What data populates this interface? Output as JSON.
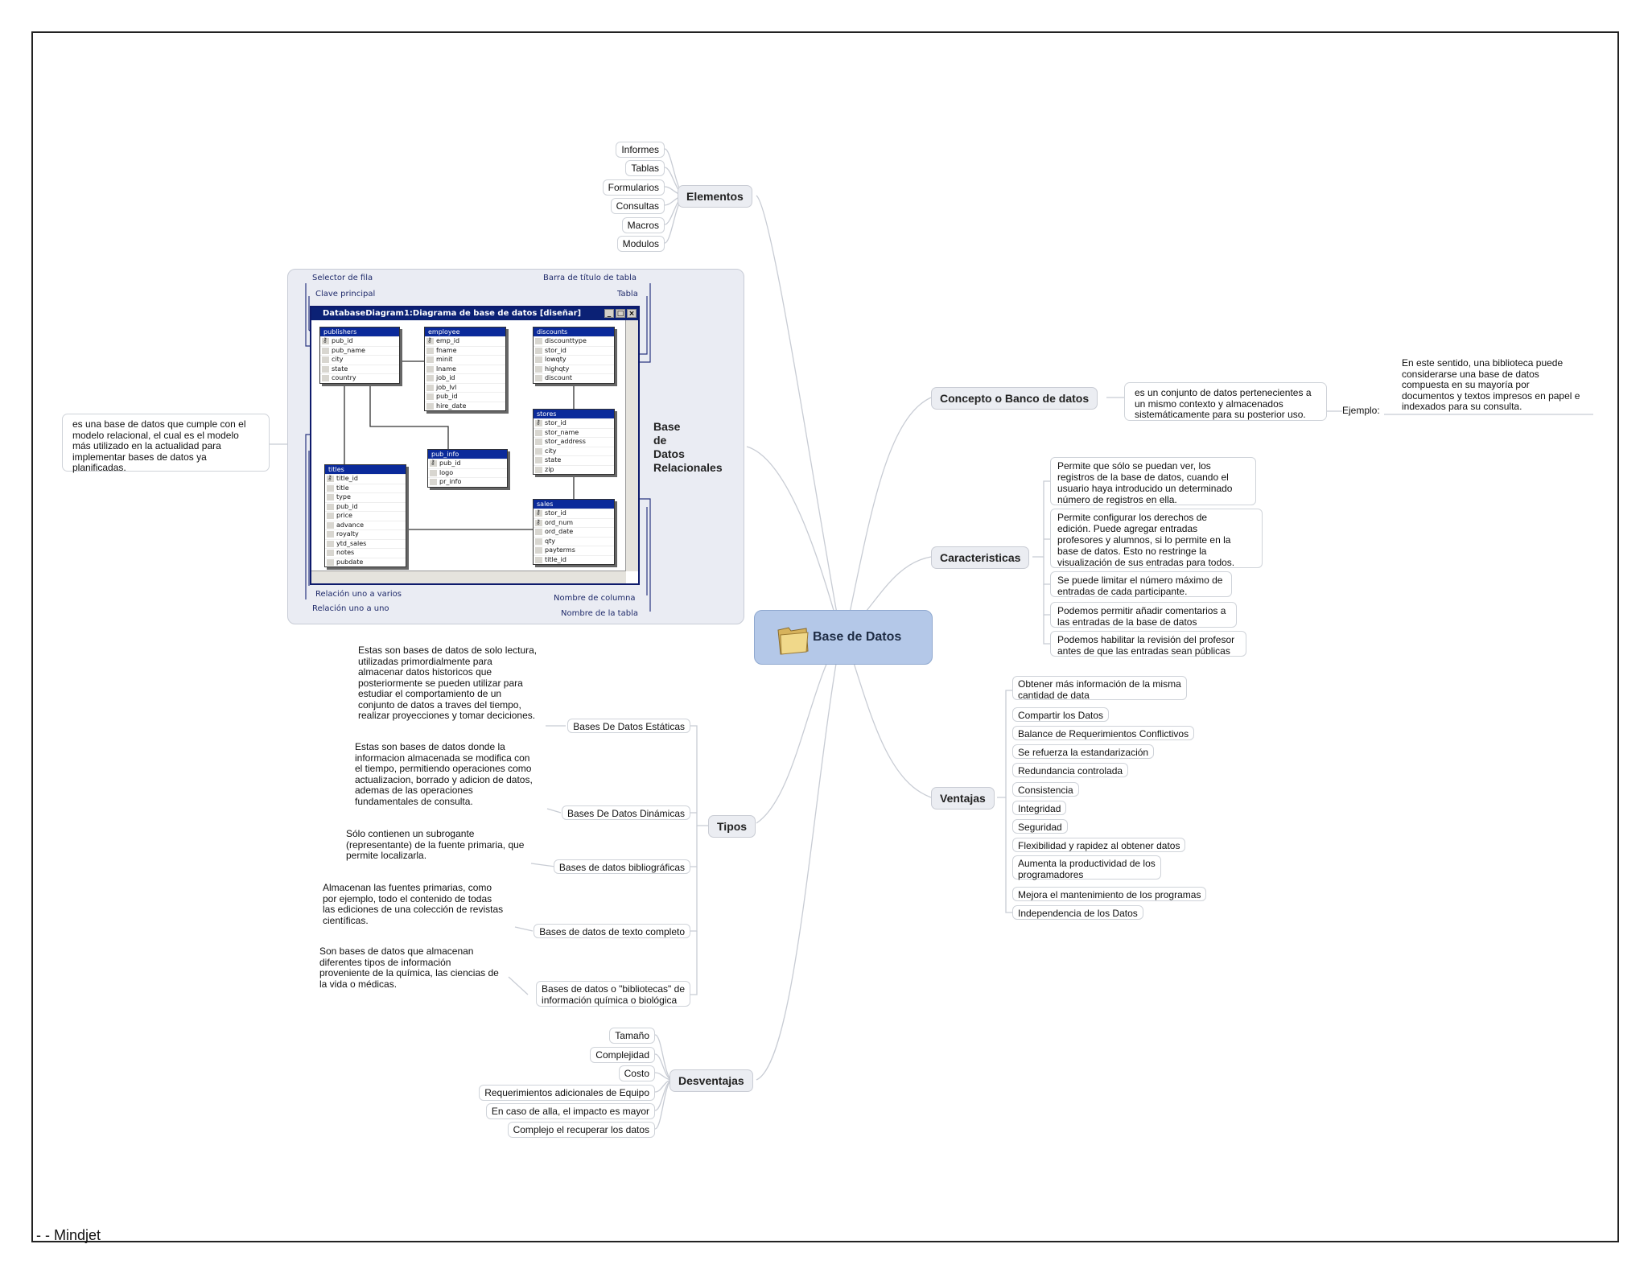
{
  "central": {
    "label": "Base de Datos",
    "icon": "folder-icon"
  },
  "branches": {
    "elementos": {
      "label": "Elementos",
      "items": [
        "Informes",
        "Tablas",
        "Formularios",
        "Consultas",
        "Macros",
        "Modulos"
      ]
    },
    "concepto": {
      "label": "Concepto o Banco de datos",
      "definition": "es un conjunto de datos pertenecientes a\nun mismo contexto y almacenados\nsistemáticamente para su posterior uso.",
      "example_label": "Ejemplo:",
      "example_text": "En este sentido, una biblioteca puede\nconsiderarse una base de datos\ncompuesta en su mayoría por\ndocumentos y textos impresos en papel e\nindexados para su consulta."
    },
    "relacionales": {
      "label_lines": [
        "Base",
        "de",
        "Datos",
        "Relacionales"
      ],
      "note": "es una base de datos que cumple con el\nmodelo relacional, el cual es el modelo\nmás utilizado en la actualidad para\nimplementar bases de datos ya\nplanificadas.",
      "callouts": {
        "selector_fila": "Selector de fila",
        "barra_titulo": "Barra de título de tabla",
        "clave_principal": "Clave principal",
        "tabla": "Tabla",
        "relacion_varios": "Relación uno a varios",
        "relacion_uno": "Relación uno a uno",
        "nombre_columna": "Nombre de columna",
        "nombre_tabla": "Nombre de la tabla"
      },
      "window_title": "DatabaseDiagram1:Diagrama de base de datos [diseñar]",
      "tables": {
        "publishers": {
          "name": "publishers",
          "keys": 1,
          "columns": [
            "pub_id",
            "pub_name",
            "city",
            "state",
            "country"
          ]
        },
        "employee": {
          "name": "employee",
          "keys": 1,
          "columns": [
            "emp_id",
            "fname",
            "minit",
            "lname",
            "job_id",
            "job_lvl",
            "pub_id",
            "hire_date"
          ]
        },
        "discounts": {
          "name": "discounts",
          "keys": 0,
          "columns": [
            "discounttype",
            "stor_id",
            "lowqty",
            "highqty",
            "discount"
          ]
        },
        "stores": {
          "name": "stores",
          "keys": 1,
          "columns": [
            "stor_id",
            "stor_name",
            "stor_address",
            "city",
            "state",
            "zip"
          ]
        },
        "pub_info": {
          "name": "pub_info",
          "keys": 1,
          "columns": [
            "pub_id",
            "logo",
            "pr_info"
          ]
        },
        "titles": {
          "name": "titles",
          "keys": 1,
          "columns": [
            "title_id",
            "title",
            "type",
            "pub_id",
            "price",
            "advance",
            "royalty",
            "ytd_sales",
            "notes",
            "pubdate"
          ]
        },
        "sales": {
          "name": "sales",
          "keys": 2,
          "columns": [
            "stor_id",
            "ord_num",
            "ord_date",
            "qty",
            "payterms",
            "title_id"
          ]
        }
      }
    },
    "caracteristicas": {
      "label": "Caracteristicas",
      "items": [
        "Permite que sólo se puedan ver, los\nregistros de la base de datos, cuando el\nusuario haya introducido un determinado\nnúmero de registros en ella.",
        "Permite configurar los derechos de\nedición. Puede agregar entradas\nprofesores y alumnos, si lo permite en la\nbase de datos. Esto no restringe la\nvisualización de sus entradas para todos.",
        "Se puede limitar el número máximo de\nentradas de cada participante.",
        "Podemos permitir añadir comentarios a\nlas entradas de la base de datos",
        "Podemos habilitar la revisión del profesor\nantes de que las entradas sean públicas"
      ]
    },
    "ventajas": {
      "label": "Ventajas",
      "items": [
        "Obtener más información de la misma\ncantidad de data",
        "Compartir los Datos",
        "Balance de Requerimientos Conflictivos",
        "Se refuerza la estandarización",
        "Redundancia controlada",
        "Consistencia",
        "Integridad",
        "Seguridad",
        "Flexibilidad y rapidez al obtener datos",
        "Aumenta la productividad de los\nprogramadores",
        "Mejora el mantenimiento de los programas",
        "Independencia de los Datos"
      ]
    },
    "tipos": {
      "label": "Tipos",
      "items": [
        {
          "label": "Bases De Datos Estáticas",
          "note": "Estas son bases de datos de solo lectura,\nutilizadas primordialmente para\nalmacenar datos historicos que\nposteriormente se pueden utilizar para\nestudiar el comportamiento de un\nconjunto de datos a traves del tiempo,\nrealizar proyecciones  y tomar deciciones."
        },
        {
          "label": "Bases De Datos Dinámicas",
          "note": "Estas son bases de datos donde la\ninformacion almacenada se modifica con\nel tiempo, permitiendo operaciones como\nactualizacion, borrado y adicion de datos,\nademas de las operaciones\nfundamentales de consulta."
        },
        {
          "label": "Bases de datos bibliográficas",
          "note": "Sólo contienen un subrogante\n(representante) de la fuente primaria, que\npermite localizarla."
        },
        {
          "label": "Bases de datos de texto completo",
          "note": "Almacenan las fuentes primarias, como\npor ejemplo, todo el contenido de todas\nlas ediciones de una colección de revistas\ncientíficas."
        },
        {
          "label": "Bases de datos o \"bibliotecas\" de\ninformación química o biológica",
          "note": "Son bases de datos que almacenan\ndiferentes tipos de información\nproveniente de la química, las ciencias de\nla vida o médicas."
        }
      ]
    },
    "desventajas": {
      "label": "Desventajas",
      "items": [
        "Tamaño",
        "Complejidad",
        "Costo",
        "Requerimientos adicionales de Equipo",
        "En caso de alla, el impacto es mayor",
        "Complejo el recuperar los datos"
      ]
    }
  },
  "footer": "-  - Mindjet",
  "colors": {
    "central_fill": "#b4c8e8",
    "branch_fill": "#ebedf2",
    "line": "#c8ccd4",
    "window_title": "#0b2175"
  }
}
